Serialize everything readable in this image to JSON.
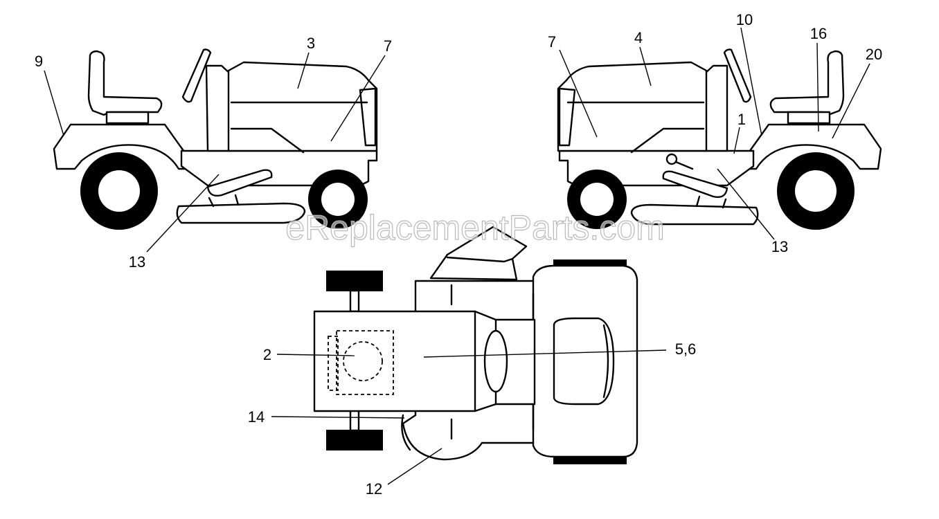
{
  "watermark": "eReplacementParts.com",
  "callouts": {
    "c9": "9",
    "c3": "3",
    "c7_left": "7",
    "c13_left": "13",
    "c7_right": "7",
    "c4": "4",
    "c10": "10",
    "c16": "16",
    "c20": "20",
    "c1": "1",
    "c13_right": "13",
    "c2": "2",
    "c56": "5,6",
    "c14": "14",
    "c12": "12"
  }
}
